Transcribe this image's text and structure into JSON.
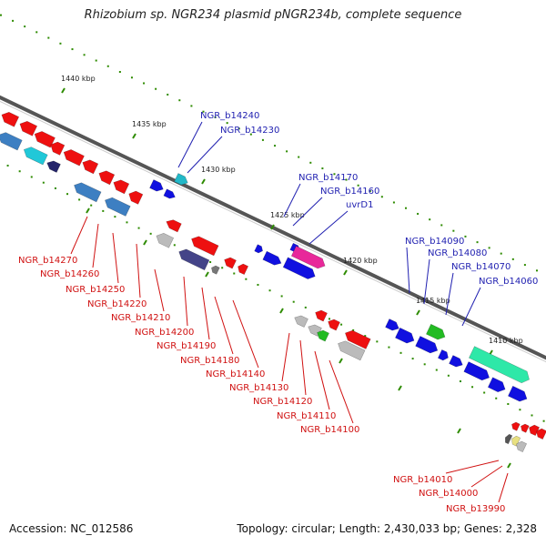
{
  "title": "Rhizobium sp. NGR234 plasmid pNGR234b, complete sequence",
  "footer": {
    "accession": "Accession: NC_012586",
    "summary": "Topology: circular; Length: 2,430,033 bp; Genes: 2,328"
  },
  "colors": {
    "backbone": "#555555",
    "tick": "#2e8b00",
    "forward_label": "#1f1fb0",
    "reverse_label": "#d01010",
    "forward_gene": "#1010e0",
    "reverse_gene": "#ee1010"
  },
  "scale": {
    "ticks": [
      "1440 kbp",
      "1435 kbp",
      "1430 kbp",
      "1425 kbp",
      "1420 kbp",
      "1415 kbp",
      "1410 kbp"
    ]
  },
  "forward_labels": [
    "NGR_b14240",
    "NGR_b14230",
    "NGR_b14170",
    "NGR_b14160",
    "uvrD1",
    "NGR_b14090",
    "NGR_b14080",
    "NGR_b14070",
    "NGR_b14060"
  ],
  "reverse_labels": [
    "NGR_b14270",
    "NGR_b14260",
    "NGR_b14250",
    "NGR_b14220",
    "NGR_b14210",
    "NGR_b14200",
    "NGR_b14190",
    "NGR_b14180",
    "NGR_b14140",
    "NGR_b14130",
    "NGR_b14120",
    "NGR_b14110",
    "NGR_b14100",
    "NGR_b14010",
    "NGR_b14000",
    "NGR_b13990"
  ]
}
